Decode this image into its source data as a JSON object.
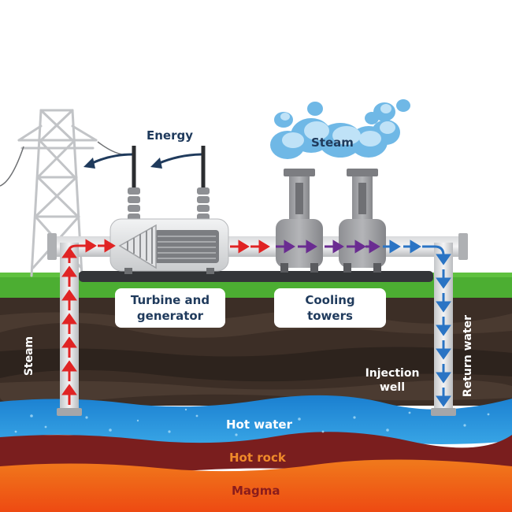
{
  "labels": {
    "energy": "Energy",
    "steam_cloud": "Steam",
    "turbine_line1": "Turbine and",
    "turbine_line2": "generator",
    "cooling_line1": "Cooling",
    "cooling_line2": "towers",
    "steam_pipe": "Steam",
    "injection_line1": "Injection",
    "injection_line2": "well",
    "return_water": "Return water",
    "hot_water": "Hot water",
    "hot_rock": "Hot rock",
    "magma": "Magma"
  },
  "colors": {
    "steam_arrow": "#e02424",
    "cooling_arrow": "#6a2c91",
    "return_arrow": "#2a74c4",
    "label_navy": "#1f3a5c",
    "grass": "#4cae32",
    "hot_water_layer": "#1f8fd6",
    "hot_rock_layer": "#7a1e1e",
    "magma_layer": "#f06a1a"
  }
}
